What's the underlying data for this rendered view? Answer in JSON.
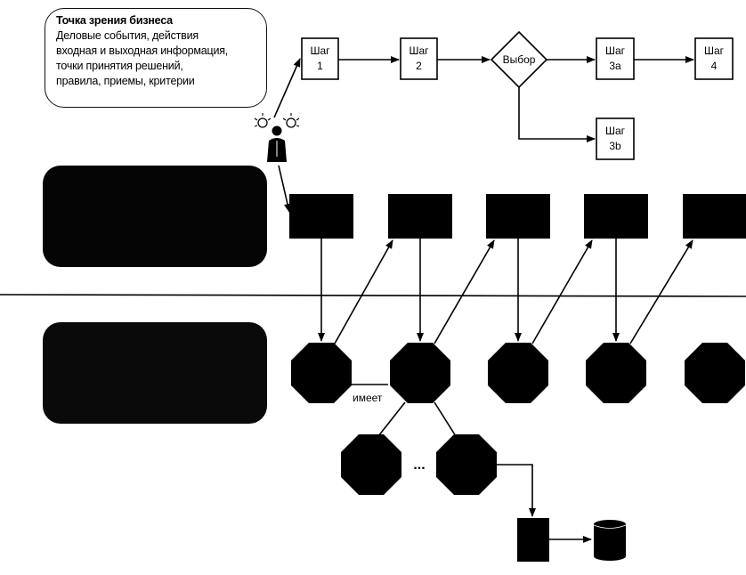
{
  "business_view": {
    "title": "Точка зрения бизнеса",
    "lines": [
      "Деловые события, действия",
      "входная и выходная информация,",
      "точки принятия решений,",
      "правила, приемы, критерии"
    ]
  },
  "process": {
    "step1": [
      "Шаг",
      "1"
    ],
    "step2": [
      "Шаг",
      "2"
    ],
    "decision": "Выбор",
    "step3a": [
      "Шаг",
      "3a"
    ],
    "step3b": [
      "Шаг",
      "3b"
    ],
    "step4": [
      "Шаг",
      "4"
    ]
  },
  "relation_label": "имеет",
  "ellipsis": "...",
  "icons": {
    "person": "person-with-ideas-icon",
    "database": "database-cylinder-icon"
  },
  "colors": {
    "ink": "#000000",
    "paper": "#ffffff"
  }
}
